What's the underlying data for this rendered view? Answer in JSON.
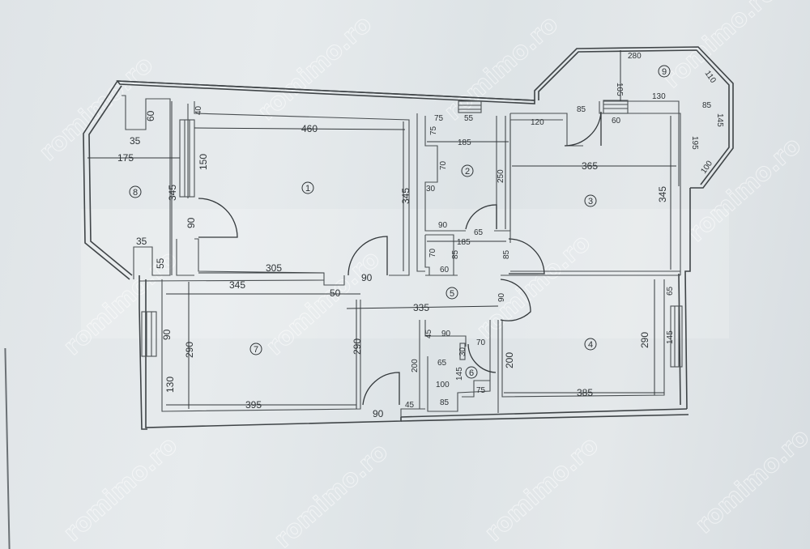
{
  "watermark": {
    "text": "romimo.ro"
  },
  "rooms": [
    {
      "id": "1",
      "label": "1"
    },
    {
      "id": "2",
      "label": "2"
    },
    {
      "id": "3",
      "label": "3"
    },
    {
      "id": "4",
      "label": "4"
    },
    {
      "id": "5",
      "label": "5"
    },
    {
      "id": "6",
      "label": "6"
    },
    {
      "id": "7",
      "label": "7"
    },
    {
      "id": "8",
      "label": "8"
    },
    {
      "id": "9",
      "label": "9"
    }
  ],
  "dimensions": {
    "r8_top_35": "35",
    "r8_top_60": "60",
    "r8_175": "175",
    "r8_345": "345",
    "r8_150": "150",
    "r8_door_90": "90",
    "r8_bot_35": "35",
    "r8_bot_55": "55",
    "r8_40": "40",
    "r1_460": "460",
    "r1_345": "345",
    "r1_305": "305",
    "r1_door_90": "90",
    "r2_75a": "75",
    "r2_55": "55",
    "r2_75b": "75",
    "r2_185": "185",
    "r2_70": "70",
    "r2_30": "30",
    "r2_250": "250",
    "r2_90": "90",
    "r2_65": "65",
    "hall_185": "185",
    "hall_70": "70",
    "hall_85a": "85",
    "hall_60": "60",
    "hall_85b": "85",
    "r5_335": "335",
    "r5_90": "90",
    "r7_345": "345",
    "r7_50": "50",
    "r7_90": "90",
    "r7_290a": "290",
    "r7_290b": "290",
    "r7_130": "130",
    "r7_395": "395",
    "r7_door_90": "90",
    "r6_45a": "45",
    "r6_90": "90",
    "r6_30": "30",
    "r6_70": "70",
    "r6_65": "65",
    "r6_145": "145",
    "r6_200": "200",
    "r6_100": "100",
    "r6_75": "75",
    "r6_85": "85",
    "r6_45b": "45",
    "r4_200": "200",
    "r4_290": "290",
    "r4_65": "65",
    "r4_145": "145",
    "r4_385": "385",
    "r3_120": "120",
    "r3_85": "85",
    "r3_60": "60",
    "r3_365": "365",
    "r3_345": "345",
    "r9_280": "280",
    "r9_105": "105",
    "r9_110": "110",
    "r9_130": "130",
    "r9_85": "85",
    "r9_145": "145",
    "r9_195": "195",
    "r9_100": "100"
  }
}
